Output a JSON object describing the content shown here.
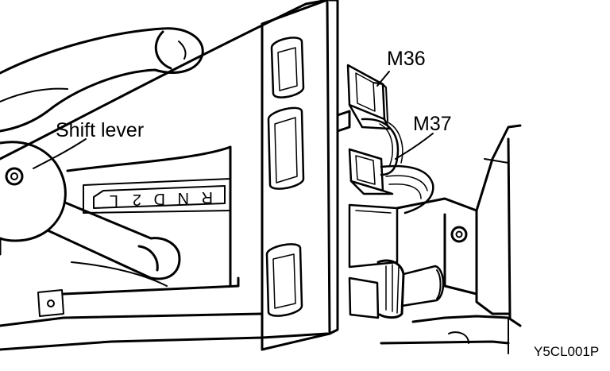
{
  "labels": {
    "shift_lever": "Shift lever",
    "m36": "M36",
    "m37": "M37"
  },
  "gear_indicator": [
    "L",
    "2",
    "D",
    "N",
    "R"
  ],
  "figure_code": "Y5CL001P",
  "colors": {
    "ink": "#000000",
    "paper": "#ffffff"
  }
}
